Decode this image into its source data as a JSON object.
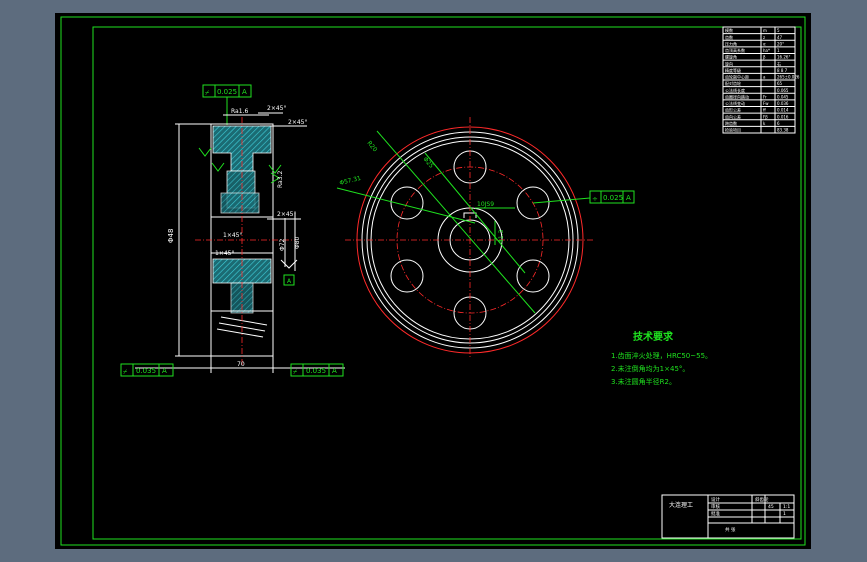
{
  "drawing": {
    "tech_requirements": {
      "title": "技术要求",
      "items": [
        "1.齿面淬火处理，HRC50~55。",
        "2.未注倒角均为1×45°。",
        "3.未注圆角半径R2。"
      ]
    },
    "side_view": {
      "tol_top": "0.025",
      "tol_top_datum": "A",
      "chamfer_top": "2×45°",
      "chamfer_top2": "2×45°",
      "rough_1": "Ra1.6",
      "rough_2": "Ra3.2",
      "chamfer_mid": "2×45°",
      "chamfer_inner1": "1×45°",
      "chamfer_inner2": "1×45°",
      "dim_height": "Φ48",
      "dim_bore": "Φ72",
      "datum_right": "A",
      "dim_width": "70",
      "tol_bottom_left": "0.035",
      "tol_bottom_left_datum": "A",
      "tol_bottom_right": "0.035",
      "tol_bottom_right_datum": "A"
    },
    "front_view": {
      "dim_r": "R20",
      "dim_hole": "Φ25",
      "dim_dia": "Φ57.31",
      "dim_key": "10JS9",
      "dim_keydepth": "41.3",
      "tol_right": "0.025",
      "tol_right_datum": "A"
    },
    "param_table": {
      "rows": [
        [
          "模数",
          "m",
          "5"
        ],
        [
          "齿数",
          "z",
          "47"
        ],
        [
          "压力角",
          "α",
          "20°"
        ],
        [
          "齿顶高系数",
          "ha*",
          "1"
        ],
        [
          "螺旋角",
          "β",
          "16.26°"
        ],
        [
          "旋向",
          "",
          "右"
        ],
        [
          "精度等级",
          "",
          "8 8 7"
        ],
        [
          "齿轮副中心距",
          "a",
          "265±0.026"
        ],
        [
          "配对齿轮",
          "",
          "65"
        ],
        [
          "公法线长度",
          "",
          "0.065"
        ],
        [
          "齿圈径向跳动",
          "Fr",
          "0.045"
        ],
        [
          "公法线变动",
          "Fw",
          "0.036"
        ],
        [
          "齿形公差",
          "ff",
          "0.014"
        ],
        [
          "齿向公差",
          "Fβ",
          "0.016"
        ],
        [
          "跨齿数",
          "k",
          "6"
        ],
        [
          "检验项目",
          "",
          "83.38"
        ]
      ]
    },
    "title_block": {
      "school": "大连理工",
      "name": "斜齿轮",
      "scale": "1:1",
      "material": "45",
      "drawn": "设计",
      "checked": "审核",
      "approved": "批准",
      "qty": "1",
      "sheet": "共 张"
    }
  }
}
